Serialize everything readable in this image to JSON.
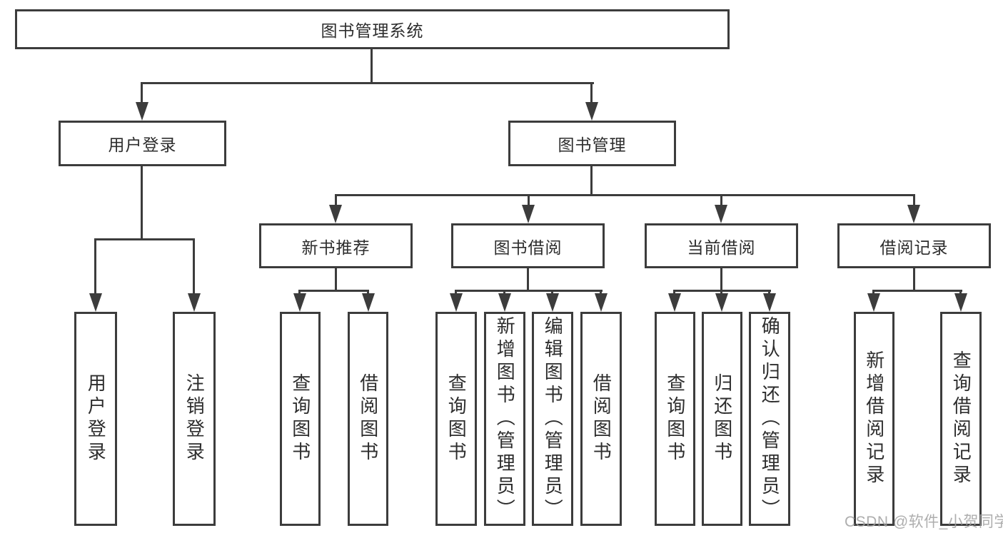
{
  "diagram": {
    "root": {
      "label": "图书管理系统"
    },
    "level2": [
      {
        "label": "用户登录"
      },
      {
        "label": "图书管理"
      }
    ],
    "level3": [
      {
        "label": "新书推荐"
      },
      {
        "label": "图书借阅"
      },
      {
        "label": "当前借阅"
      },
      {
        "label": "借阅记录"
      }
    ],
    "leaves": {
      "user": [
        {
          "label": "用户登录"
        },
        {
          "label": "注销登录"
        }
      ],
      "recommend": [
        {
          "label": "查询图书"
        },
        {
          "label": "借阅图书"
        }
      ],
      "borrow": [
        {
          "label": "查询图书"
        },
        {
          "label": "新增图书（管理员）"
        },
        {
          "label": "编辑图书（管理员）"
        },
        {
          "label": "借阅图书"
        }
      ],
      "current": [
        {
          "label": "查询图书"
        },
        {
          "label": "归还图书"
        },
        {
          "label": "确认归还（管理员）"
        }
      ],
      "records": [
        {
          "label": "新增借阅记录"
        },
        {
          "label": "查询借阅记录"
        }
      ]
    },
    "watermark": "CSDN @软件_小贺同学",
    "colors": {
      "line": "#3c3c3c",
      "text": "#2d2d2d",
      "watermark": "#a0a0a0",
      "background": "#ffffff"
    }
  }
}
